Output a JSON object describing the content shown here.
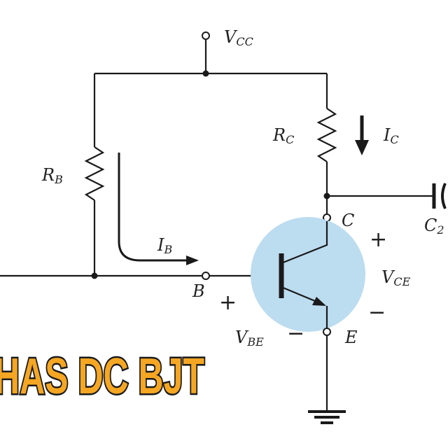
{
  "labels": {
    "vcc": {
      "main": "V",
      "sub": "CC"
    },
    "rb": {
      "main": "R",
      "sub": "B"
    },
    "rc": {
      "main": "R",
      "sub": "C"
    },
    "ic": {
      "main": "I",
      "sub": "C"
    },
    "ib": {
      "main": "I",
      "sub": "B"
    },
    "cap": {
      "main": "C",
      "sub": "2"
    },
    "collector": "C",
    "base": "B",
    "emitter": "E",
    "vce": {
      "main": "V",
      "sub": "CE"
    },
    "vbe": {
      "main": "V",
      "sub": "BE"
    },
    "vce_plus": "+",
    "vce_minus": "−",
    "vbe_plus": "+",
    "vbe_minus": "−"
  },
  "banner": {
    "text": "HAS DC BJT"
  },
  "colors": {
    "transistor_fill": "#bcdcf0",
    "banner_text": "#f5a623",
    "banner_stroke": "#1a1a1a",
    "wire": "#1a1a1a"
  }
}
